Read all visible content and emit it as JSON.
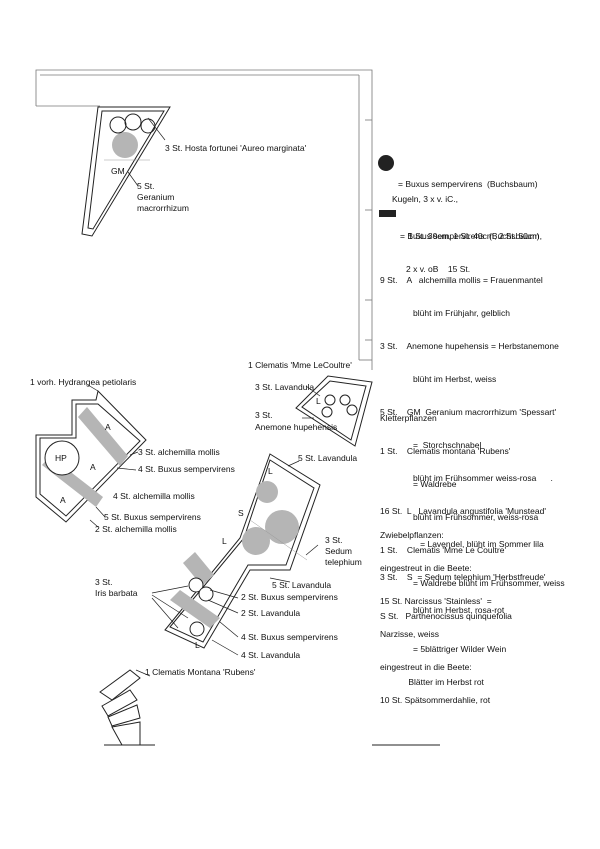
{
  "plan_labels": {
    "hosta": "3 St. Hosta fortunei 'Aureo marginata'",
    "gm": "GM",
    "geranium_1": "5 St.",
    "geranium_2": "Geranium",
    "geranium_3": "macrorrhizum",
    "clematis_lecoultre": "1 Clematis 'Mme LeCoultre'",
    "lavandula_3": "3 St. Lavandula",
    "anemone_1": "3 St.",
    "anemone_2": "Anemone hupehensis",
    "hydrangea": "1 vorh. Hydrangea petiolaris",
    "alchemilla_3": "3 St. alchemilla mollis",
    "buxus_4a": "4 St. Buxus sempervirens",
    "alchemilla_4": "4 St. alchemilla mollis",
    "buxus_5a": "5 St. Buxus sempervirens",
    "alchemilla_2": "2 St. alchemilla mollis",
    "lavandula_5a": "5 St. Lavandula",
    "sedum_1": "3 St.",
    "sedum_2": "Sedum",
    "sedum_3": "telephium",
    "lavandula_5b": "5 St. Lavandula",
    "buxus_2": "2 St. Buxus sempervirens",
    "lavandula_2": "2 St. Lavandula",
    "buxus_4b": "4 St. Buxus sempervirens",
    "lavandula_4": "4 St. Lavandula",
    "iris_1": "3 St.",
    "iris_2": "Iris barbata",
    "clematis_montana": "1 Clematis Montana 'Rubens'",
    "bed_a": "A",
    "bed_hp": "HP",
    "bed_l": "L",
    "bed_s": "S"
  },
  "legend": {
    "buxus_ball_1": "= Buxus sempervirens  (Buchsbaum)",
    "buxus_ball_2": "Kugeln, 3 x v. iC.,",
    "buxus_ball_3": "1 St. 30cm, 1 St. 40cm, 2 St. 50cm",
    "buxus_hedge_1": "= Buxus sempervirens  (Buchsbaum),",
    "buxus_hedge_2": "2 x v. oB    15 St.",
    "plants": [
      "9 St.    A   alchemilla mollis = Frauenmantel",
      "              blüht im Frühjahr, gelblich",
      "3 St.    Anemone hupehensis = Herbstanemone",
      "              blüht im Herbst, weiss",
      "5 St.    GM  Geranium macrorrhizum 'Spessart'",
      "              =  Storchschnabel",
      "              blüht im Frühsommer weiss-rosa      .",
      "16 St.  L   Lavandula angustifolia 'Munstead'",
      "                 = Lavendel, blüht im Sommer lila",
      "3 St.    S  = Sedum telephium 'Herbstfreude'",
      "              blüht im Herbst, rosa-rot"
    ],
    "climbers": [
      "Kletterpflanzen",
      "1 St.    Clematis montana 'Rubens'",
      "              = Waldrebe",
      "              blüht im Frühsommer, weiss-rosa",
      "1 St.    Clematis 'Mme Le Coultre'",
      "              = Waldrebe blüht im Frühsommer, weiss",
      "S St.   Parthenocissus quinquefolia",
      "              = 5blättriger Wilder Wein",
      "            Blätter im Herbst rot"
    ],
    "bulbs": [
      "Zwiebelpflanzen:",
      "eingestreut in die Beete:",
      "15 St. Narcissus 'Stainless'  =",
      "Narzisse, weiss",
      "eingestreut in die Beete:",
      "10 St. Spätsommerdahlie, rot"
    ]
  },
  "colors": {
    "line": "#222222",
    "wall": "#777777",
    "fill_gray": "#b5b5b5",
    "buxus_dark": "#222222"
  }
}
